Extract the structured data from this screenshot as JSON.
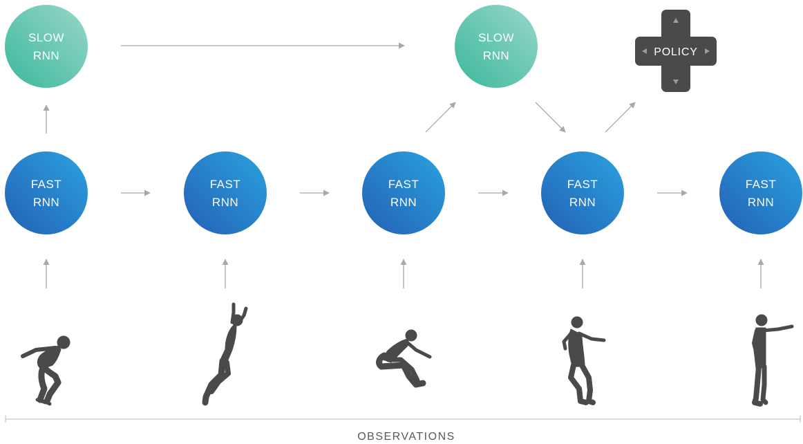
{
  "slow_nodes": [
    {
      "line1": "SLOW",
      "line2": "RNN"
    },
    {
      "line1": "SLOW",
      "line2": "RNN"
    }
  ],
  "fast_nodes": [
    {
      "line1": "FAST",
      "line2": "RNN"
    },
    {
      "line1": "FAST",
      "line2": "RNN"
    },
    {
      "line1": "FAST",
      "line2": "RNN"
    },
    {
      "line1": "FAST",
      "line2": "RNN"
    },
    {
      "line1": "FAST",
      "line2": "RNN"
    }
  ],
  "policy": {
    "label": "POLICY",
    "icon": "dpad-icon"
  },
  "observations_label": "OBSERVATIONS",
  "colors": {
    "slow_start": "#3ab89b",
    "slow_end": "#92d3c6",
    "fast_start": "#2363b8",
    "fast_end": "#2a9fdc",
    "policy": "#4a4a4c",
    "arrow": "#a8a8a8",
    "figure": "#4a4a4c"
  }
}
